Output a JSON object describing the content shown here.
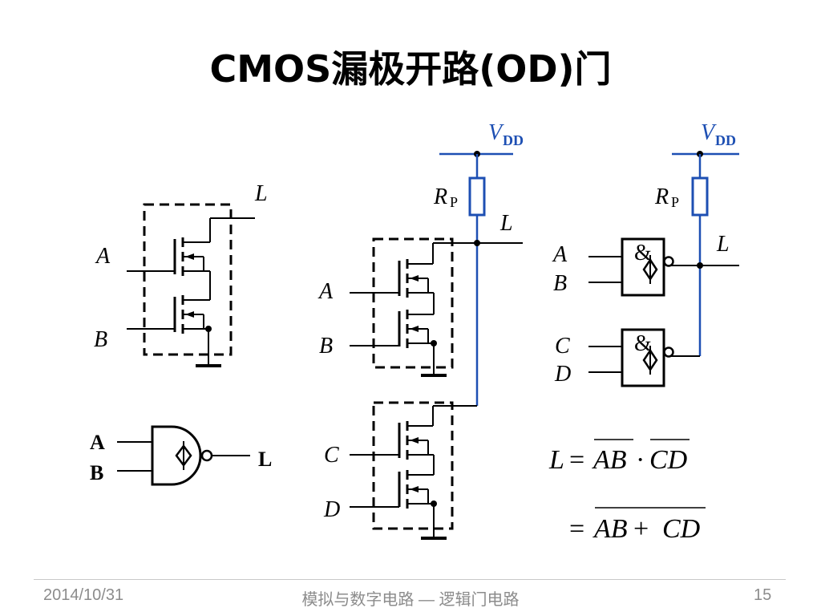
{
  "title": "CMOS漏极开路(OD)门",
  "labels": {
    "L": "L",
    "A": "A",
    "B": "B",
    "C": "C",
    "D": "D",
    "V": "V",
    "DD": "DD",
    "R": "R",
    "P": "P",
    "amp": "&",
    "A_sym": "A",
    "B_sym": "B",
    "L_sym": "L"
  },
  "equations": {
    "line1_lhs": "L",
    "line1_eq": "=",
    "line1_ab": "AB",
    "line1_dot": "·",
    "line1_cd": "CD",
    "line2_eq": "=",
    "line2_ab": "AB",
    "line2_plus": "+",
    "line2_cd": "CD"
  },
  "colors": {
    "wire": "#000000",
    "supply": "#1d4fb3"
  },
  "footer": {
    "date": "2014/10/31",
    "course": "模拟与数字电路 — 逻辑门电路",
    "page": "15"
  }
}
